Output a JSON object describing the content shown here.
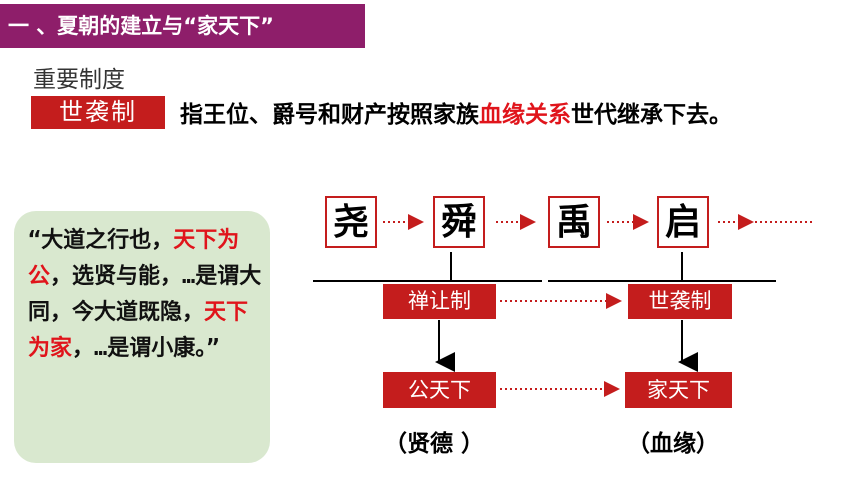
{
  "header": {
    "title": "一 、夏朝的建立与“家天下”"
  },
  "section": {
    "subtitle": "重要制度"
  },
  "system": {
    "tag": "世袭制",
    "definition_prefix": "指王位、爵号和财产按照家族",
    "definition_highlight": "血缘关系",
    "definition_suffix": "世代继承下去。"
  },
  "quote": {
    "part1": "“大道之行也，",
    "highlight1": "天下为公",
    "part2": "，选贤与能，…是谓大同，今大道既隐，",
    "highlight2": "天下为家",
    "part3": "，…是谓小康。”"
  },
  "rulers": [
    "尧",
    "舜",
    "禹",
    "启"
  ],
  "systems": {
    "left": "禅让制",
    "right": "世袭制"
  },
  "outcomes": {
    "left": "公天下",
    "right": "家天下"
  },
  "criteria": {
    "left": "（贤德 ）",
    "right": "（血缘）"
  },
  "colors": {
    "header_bg": "#8e1e6a",
    "accent_red": "#c41d1d",
    "highlight_red": "#e0141b",
    "quote_bg": "#d9e8cf"
  }
}
